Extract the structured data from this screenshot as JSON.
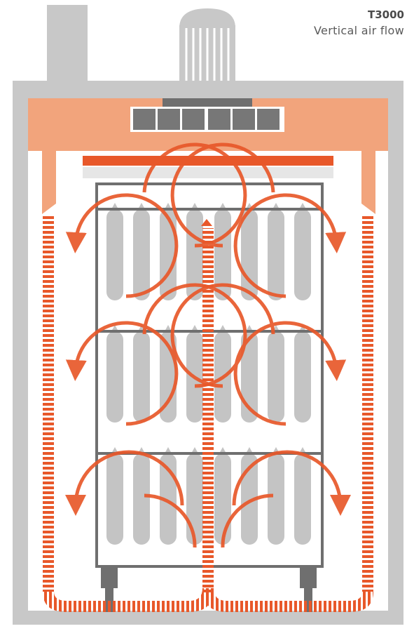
{
  "diagram": {
    "title": "T3000",
    "subtitle": "Vertical air flow"
  },
  "colors": {
    "housing": "#c8c8c8",
    "plenum": "#f2a47c",
    "airflow": "#e8582a",
    "rack": "#6f6f6f",
    "sausage": "#c4c4c4",
    "vent": "#777777"
  },
  "components": {
    "rack_shelves": 3,
    "sausages_per_shelf": 8,
    "fan_vents": 6,
    "circulation_loops": 6
  }
}
